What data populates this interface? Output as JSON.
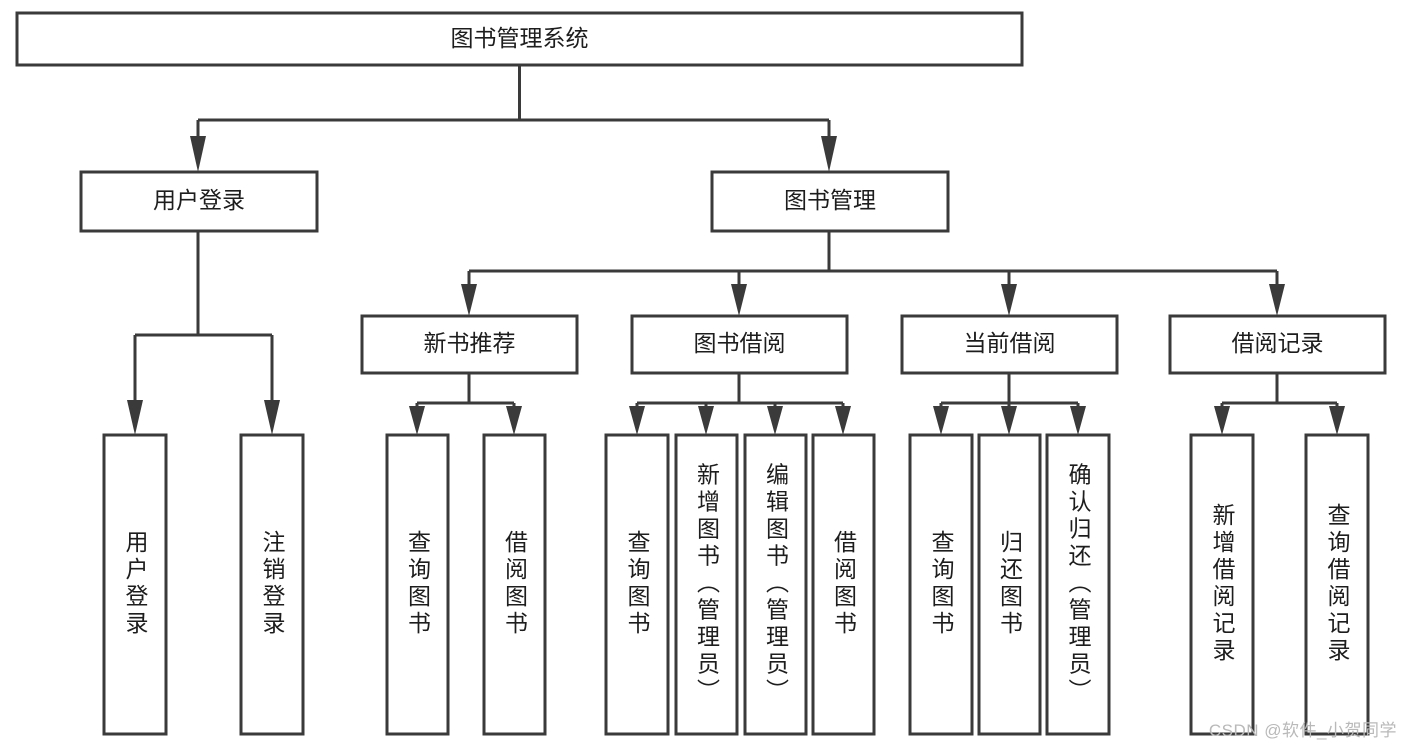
{
  "diagram": {
    "title": "图书管理系统",
    "watermark": "CSDN @软件_小贺同学",
    "colors": {
      "stroke": "#3a3a3a",
      "fill": "#ffffff",
      "text": "#1d1d1d",
      "watermark": "#b9b9b9"
    },
    "levels": {
      "root": {
        "label": "图书管理系统"
      },
      "level2": [
        {
          "id": "user-login",
          "label": "用户登录"
        },
        {
          "id": "book-management",
          "label": "图书管理"
        }
      ],
      "level3": [
        {
          "id": "new-book-recommend",
          "label": "新书推荐",
          "parent": "book-management"
        },
        {
          "id": "book-borrow",
          "label": "图书借阅",
          "parent": "book-management"
        },
        {
          "id": "current-borrow",
          "label": "当前借阅",
          "parent": "book-management"
        },
        {
          "id": "borrow-record",
          "label": "借阅记录",
          "parent": "book-management"
        }
      ],
      "leaves": [
        {
          "id": "leaf-user-login",
          "label": "用户登录",
          "parent": "user-login"
        },
        {
          "id": "leaf-logout",
          "label": "注销登录",
          "parent": "user-login"
        },
        {
          "id": "leaf-query-book-1",
          "label": "查询图书",
          "parent": "new-book-recommend"
        },
        {
          "id": "leaf-borrow-book-1",
          "label": "借阅图书",
          "parent": "new-book-recommend"
        },
        {
          "id": "leaf-query-book-2",
          "label": "查询图书",
          "parent": "book-borrow"
        },
        {
          "id": "leaf-add-book",
          "label": "新增图书（管理员）",
          "parent": "book-borrow"
        },
        {
          "id": "leaf-edit-book",
          "label": "编辑图书（管理员）",
          "parent": "book-borrow"
        },
        {
          "id": "leaf-borrow-book-2",
          "label": "借阅图书",
          "parent": "book-borrow"
        },
        {
          "id": "leaf-query-book-3",
          "label": "查询图书",
          "parent": "current-borrow"
        },
        {
          "id": "leaf-return-book",
          "label": "归还图书",
          "parent": "current-borrow"
        },
        {
          "id": "leaf-confirm-return",
          "label": "确认归还（管理员）",
          "parent": "current-borrow"
        },
        {
          "id": "leaf-add-record",
          "label": "新增借阅记录",
          "parent": "borrow-record"
        },
        {
          "id": "leaf-query-record",
          "label": "查询借阅记录",
          "parent": "borrow-record"
        }
      ]
    }
  }
}
